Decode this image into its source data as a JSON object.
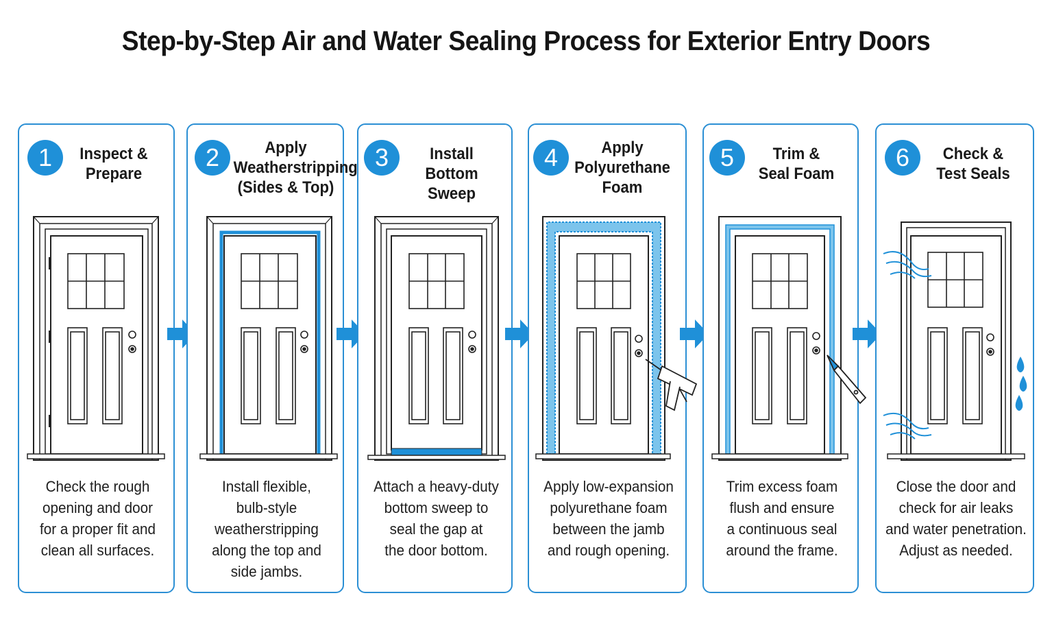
{
  "title": "Step-by-Step Air and Water Sealing Process for Exterior Entry Doors",
  "colors": {
    "accent": "#1f90d8",
    "border": "#2b8fd4",
    "foam": "#7cc4ec"
  },
  "steps": [
    {
      "number": "1",
      "title": "Inspect &\nPrepare",
      "description": "Check the rough\nopening and door\nfor a proper fit and\nclean all surfaces.",
      "highlight": "none"
    },
    {
      "number": "2",
      "title": "Apply\nWeatherstripping\n(Sides & Top)",
      "description": "Install flexible,\nbulb-style\nweatherstripping\nalong the top and\nside jambs.",
      "highlight": "weatherstripping"
    },
    {
      "number": "3",
      "title": "Install\nBottom Sweep",
      "description": "Attach a heavy-duty\nbottom sweep to\nseal the gap at\nthe door bottom.",
      "highlight": "bottom-sweep"
    },
    {
      "number": "4",
      "title": "Apply\nPolyurethane\nFoam",
      "description": "Apply low-expansion\npolyurethane foam\nbetween the jamb\nand rough opening.",
      "highlight": "foam"
    },
    {
      "number": "5",
      "title": "Trim &\nSeal Foam",
      "description": "Trim excess foam\nflush and ensure\na continuous seal\naround the frame.",
      "highlight": "trimmed-foam"
    },
    {
      "number": "6",
      "title": "Check &\nTest Seals",
      "description": "Close the door and\ncheck for air leaks\nand water penetration.\nAdjust as needed.",
      "highlight": "test"
    }
  ]
}
